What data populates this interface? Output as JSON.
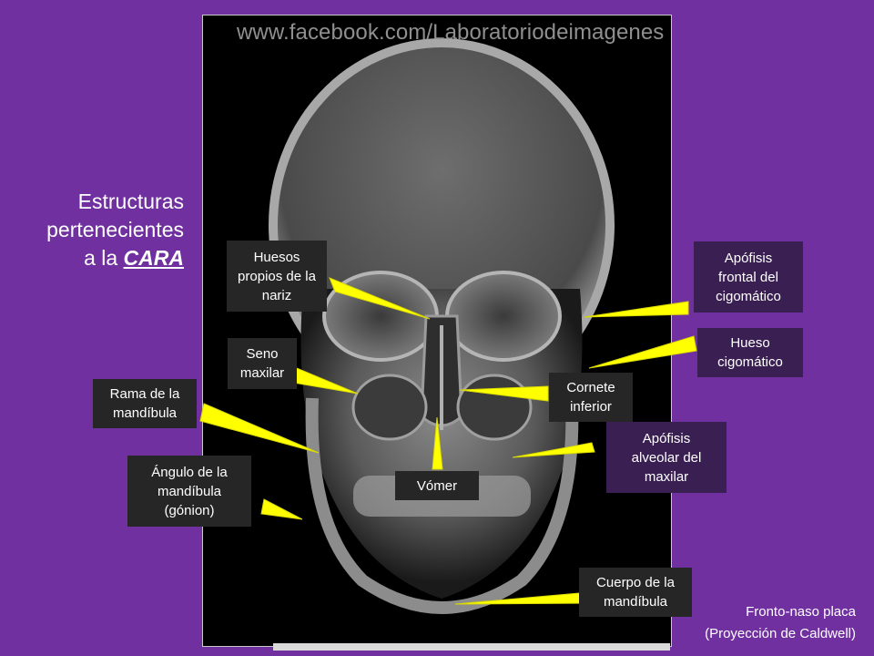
{
  "watermark": "www.facebook.com/Laboratoriodeimagenes",
  "title": {
    "line1": "Estructuras",
    "line2": "pertenecientes",
    "line3_prefix": "a la ",
    "line3_emph": "CARA"
  },
  "labels": {
    "huesos_propios": [
      "Huesos",
      "propios de la",
      "nariz"
    ],
    "seno_maxilar": [
      "Seno",
      "maxilar"
    ],
    "rama_mandibula": [
      "Rama de la",
      "mandíbula"
    ],
    "angulo_mandibula": [
      "Ángulo de la",
      "mandíbula",
      "(gónion)"
    ],
    "vomer": [
      "Vómer"
    ],
    "cornete_inferior": [
      "Cornete",
      "inferior"
    ],
    "apofisis_alveolar": [
      "Apófisis",
      "alveolar del",
      "maxilar"
    ],
    "apofisis_frontal": [
      "Apófisis",
      "frontal del",
      "cigomático"
    ],
    "hueso_cigomatico": [
      "Hueso",
      "cigomático"
    ],
    "cuerpo_mandibula": [
      "Cuerpo de la",
      "mandíbula"
    ]
  },
  "footer": {
    "line1": "Fronto-naso placa",
    "line2": "(Proyección de Caldwell)"
  },
  "colors": {
    "background": "#7030a0",
    "arrow": "#ffff00",
    "label_box": "#262626"
  }
}
